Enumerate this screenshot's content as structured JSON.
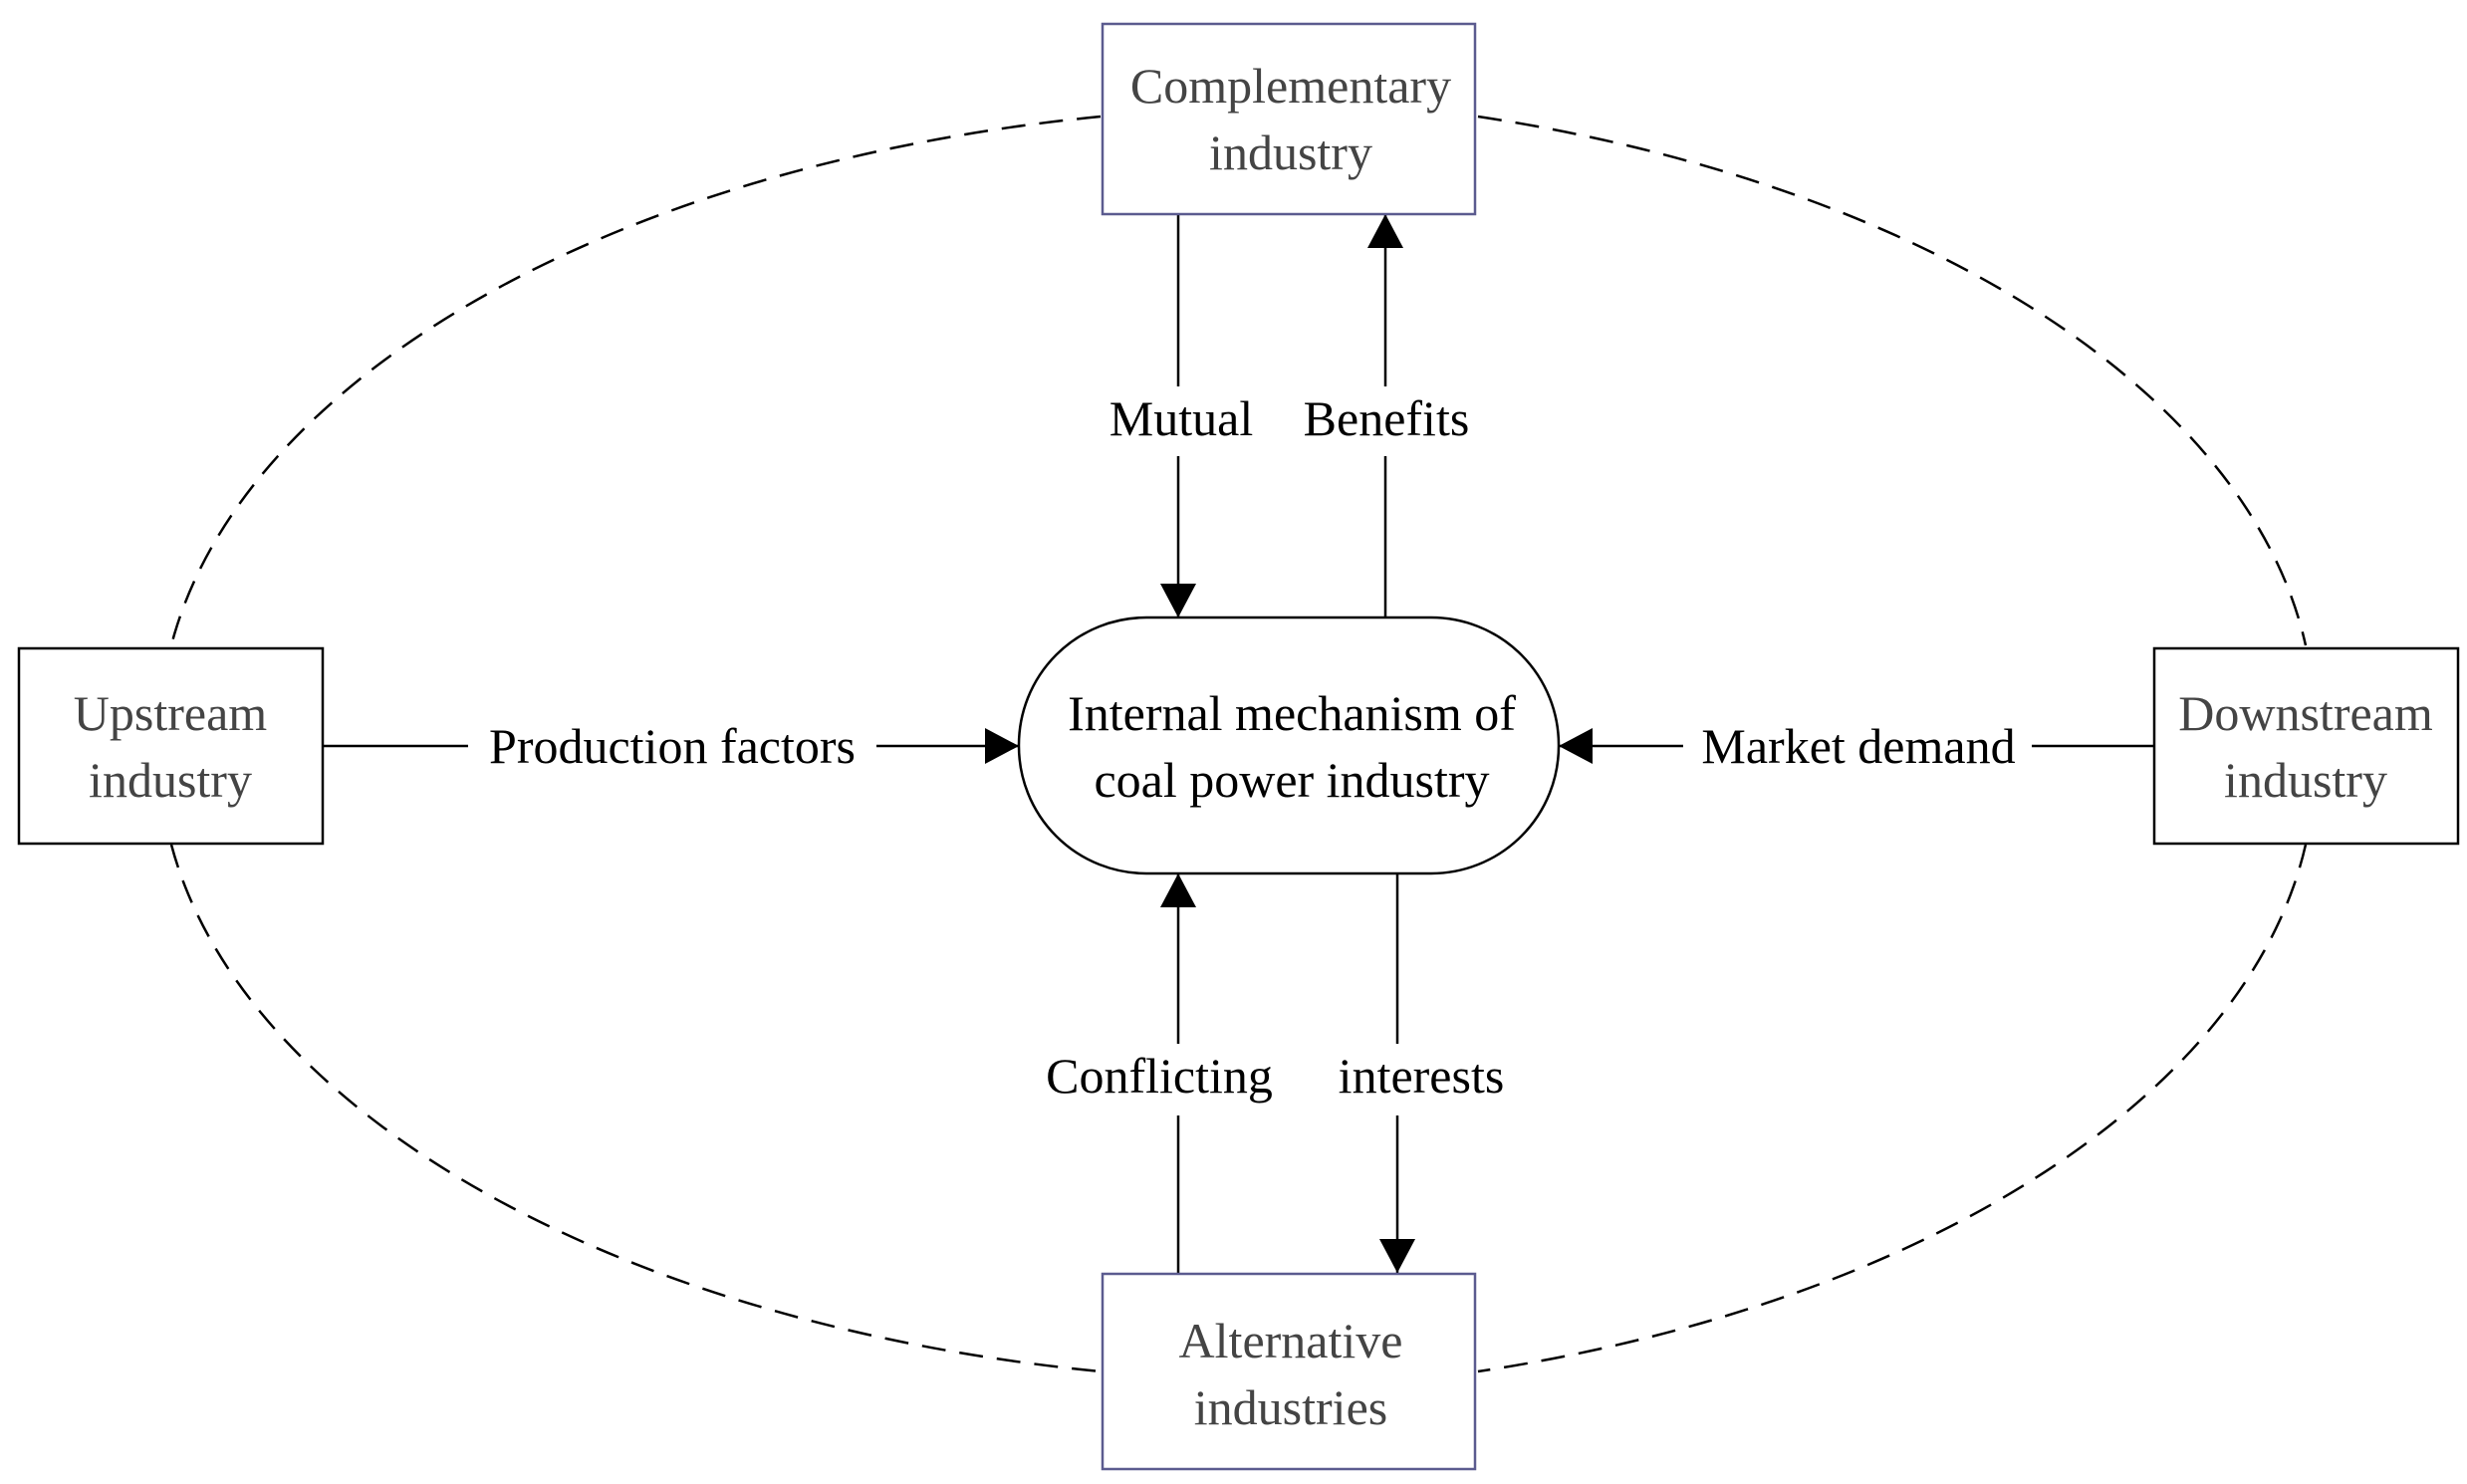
{
  "colors": {
    "line": "#000000",
    "box_border_blue": "#5b5b8f",
    "box_border_black": "#000000",
    "secondary_text": "#444444",
    "primary_text": "#000000",
    "background": "#ffffff"
  },
  "nodes": {
    "center": {
      "line1": "Internal mechanism of",
      "line2": "coal power industry"
    },
    "complementary": {
      "line1": "Complementary",
      "line2": "industry"
    },
    "upstream": {
      "line1": "Upstream",
      "line2": "industry"
    },
    "downstream": {
      "line1": "Downstream",
      "line2": "industry"
    },
    "alternative": {
      "line1": "Alternative",
      "line2": "industries"
    }
  },
  "edges": {
    "mutual": "Mutual",
    "benefits": "Benefits",
    "production_factors": "Production factors",
    "market_demand": "Market demand",
    "conflicting": "Conflicting",
    "interests": "interests"
  }
}
